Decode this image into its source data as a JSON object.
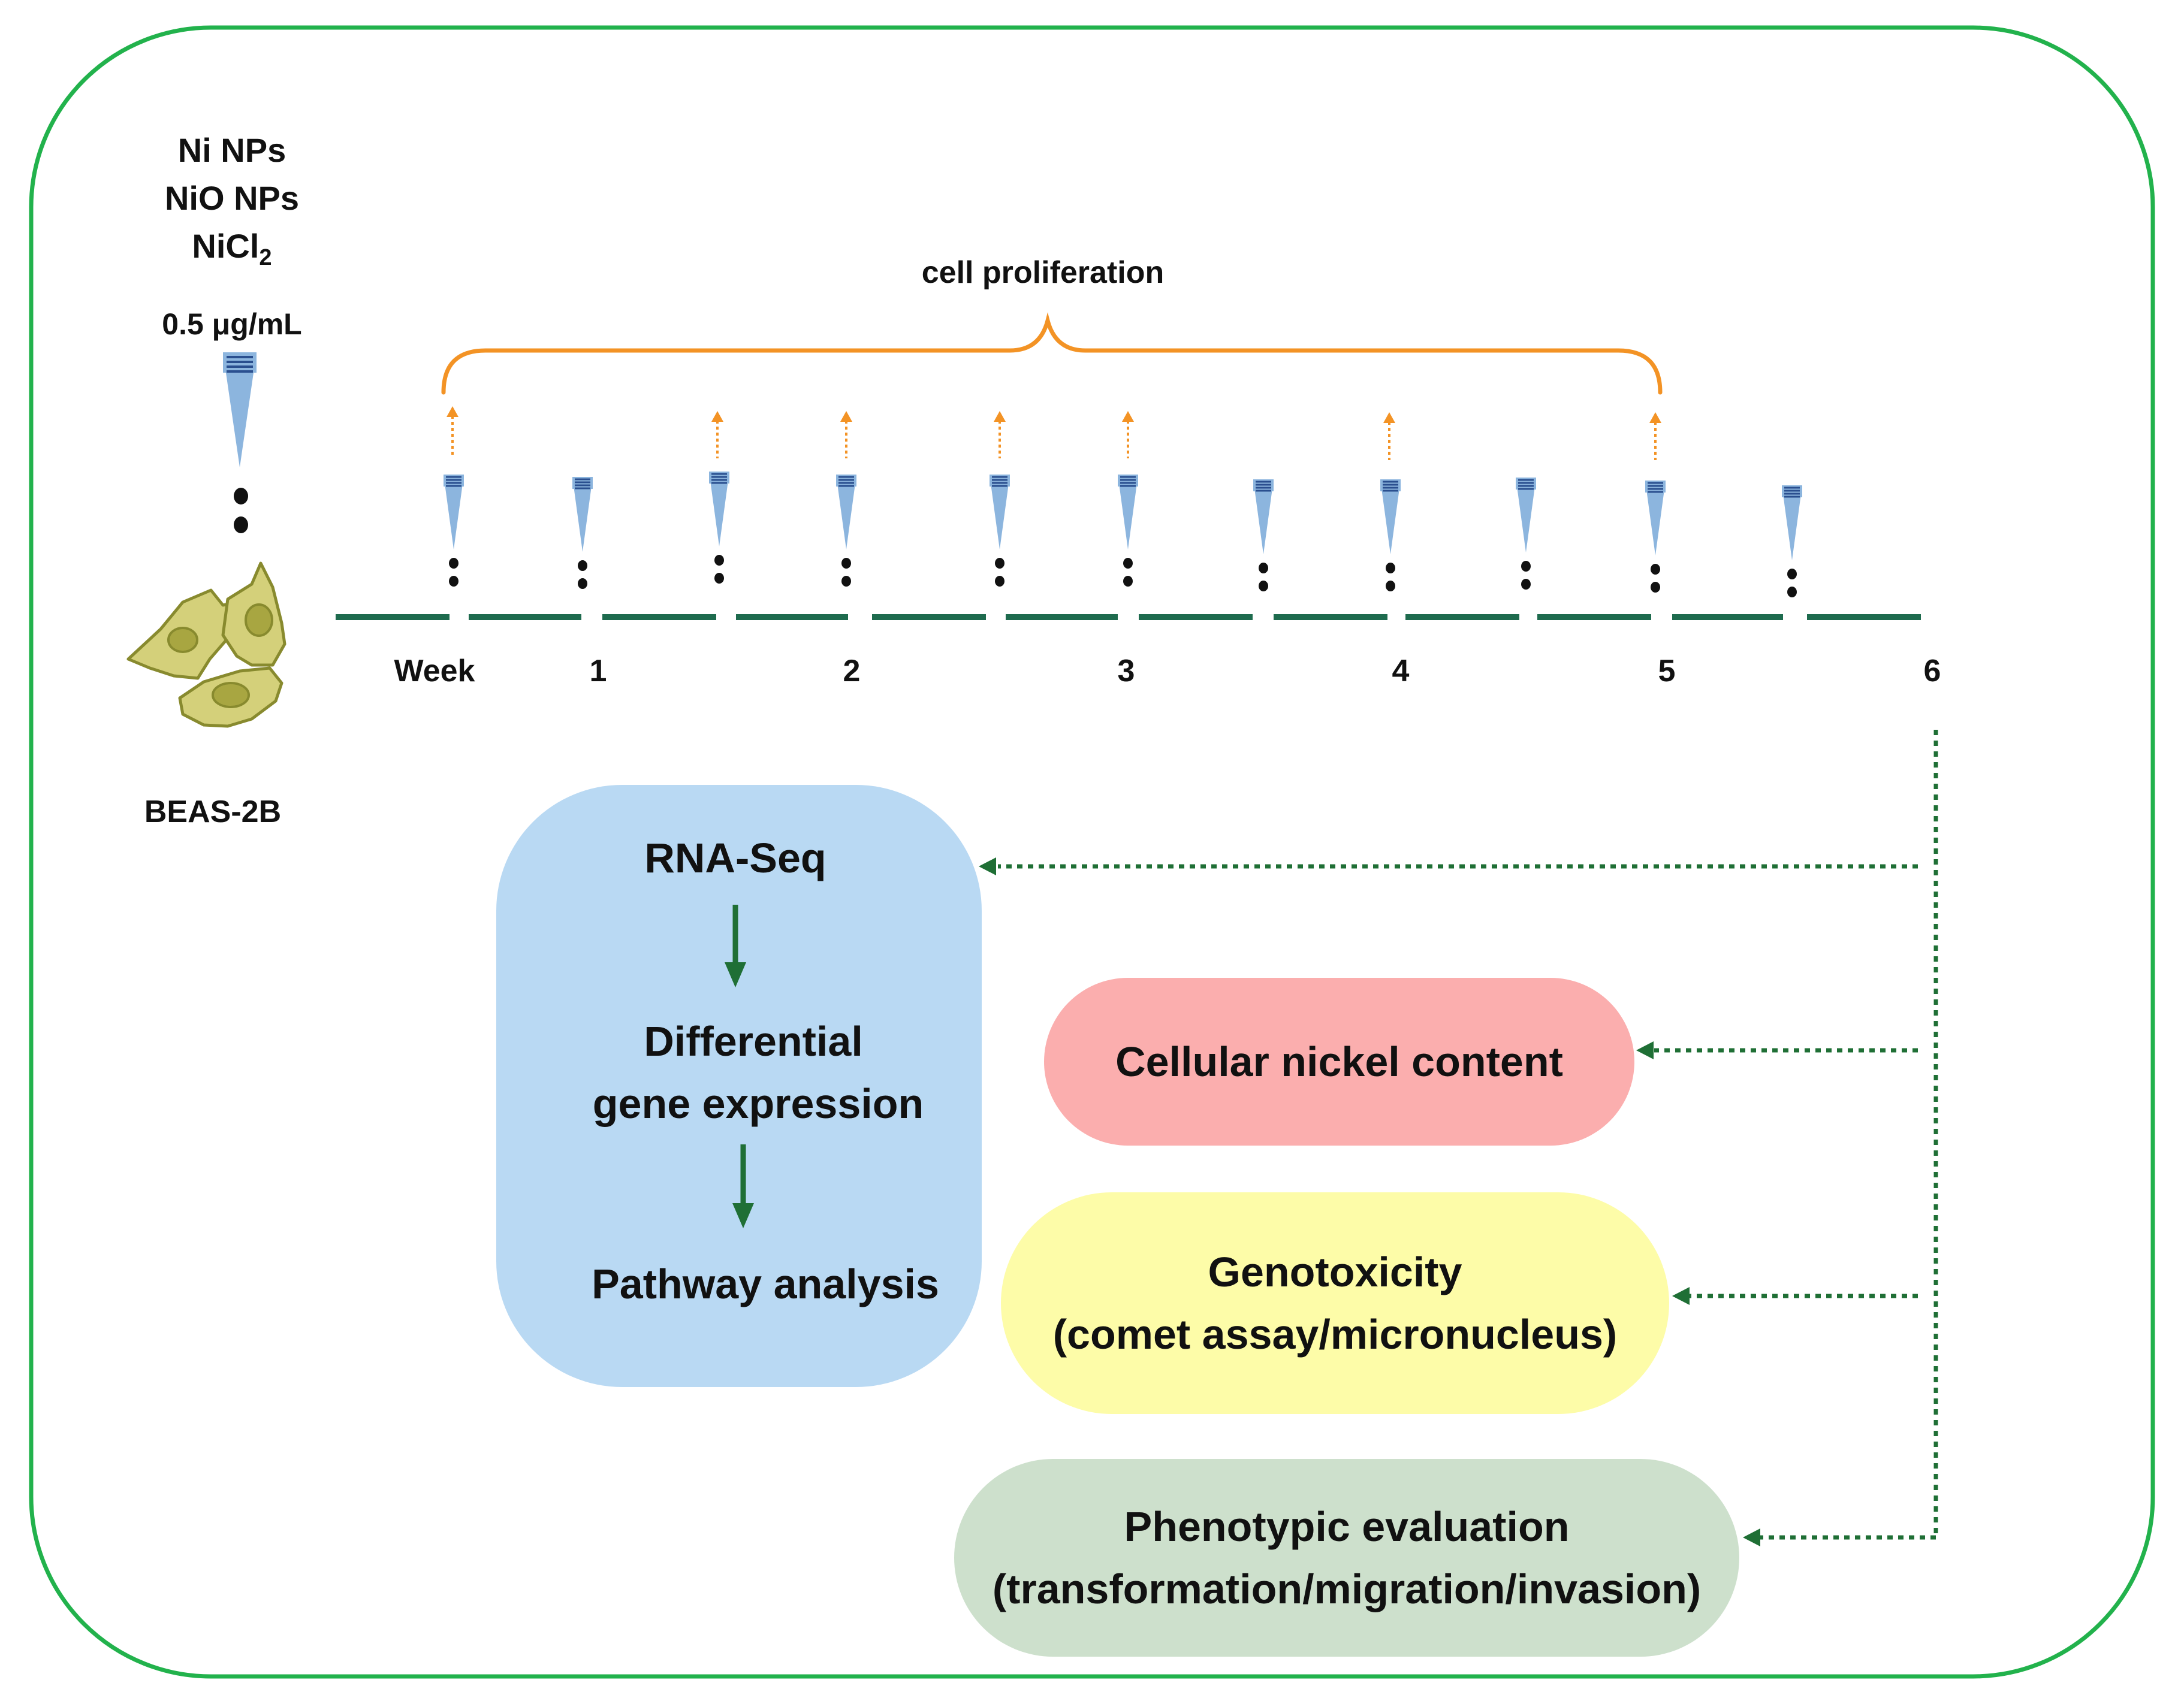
{
  "treatment": {
    "agents": [
      "Ni NPs",
      "NiO NPs"
    ],
    "nicl2_base": "NiCl",
    "nicl2_subscript": "2",
    "dose": "0.5 μg/mL"
  },
  "cell_line": "BEAS-2B",
  "proliferation_label": "cell proliferation",
  "timeline": {
    "axis_label": "Week",
    "weeks": [
      "1",
      "2",
      "3",
      "4",
      "5",
      "6"
    ],
    "dose_count": 11,
    "proliferation_checks": 7
  },
  "analyses": {
    "rnaseq": {
      "step1": "RNA-Seq",
      "step2_line1": "Differential",
      "step2_line2": "gene expression",
      "step3": "Pathway analysis"
    },
    "nickel": {
      "line1": "Cellular nickel content"
    },
    "genotox": {
      "line1": "Genotoxicity",
      "line2": "(comet assay/micronucleus)"
    },
    "phenotype": {
      "line1": "Phenotypic evaluation",
      "line2": "(transformation/migration/invasion)"
    }
  },
  "colors": {
    "frame": "#22b24c",
    "timeline": "#1e6b4e",
    "brace": "#f39325",
    "pipette": "#8cb5de",
    "pipette_band": "#2a4f8f",
    "arrow_green": "#1f6f35",
    "rnaseq_box": "#b9d9f3",
    "nickel_box": "#fbaeae",
    "genotox_box": "#fdfca8",
    "phenotype_box": "#cde0cc",
    "cell_fill": "#d4d07a",
    "cell_outline": "#888a2e"
  }
}
